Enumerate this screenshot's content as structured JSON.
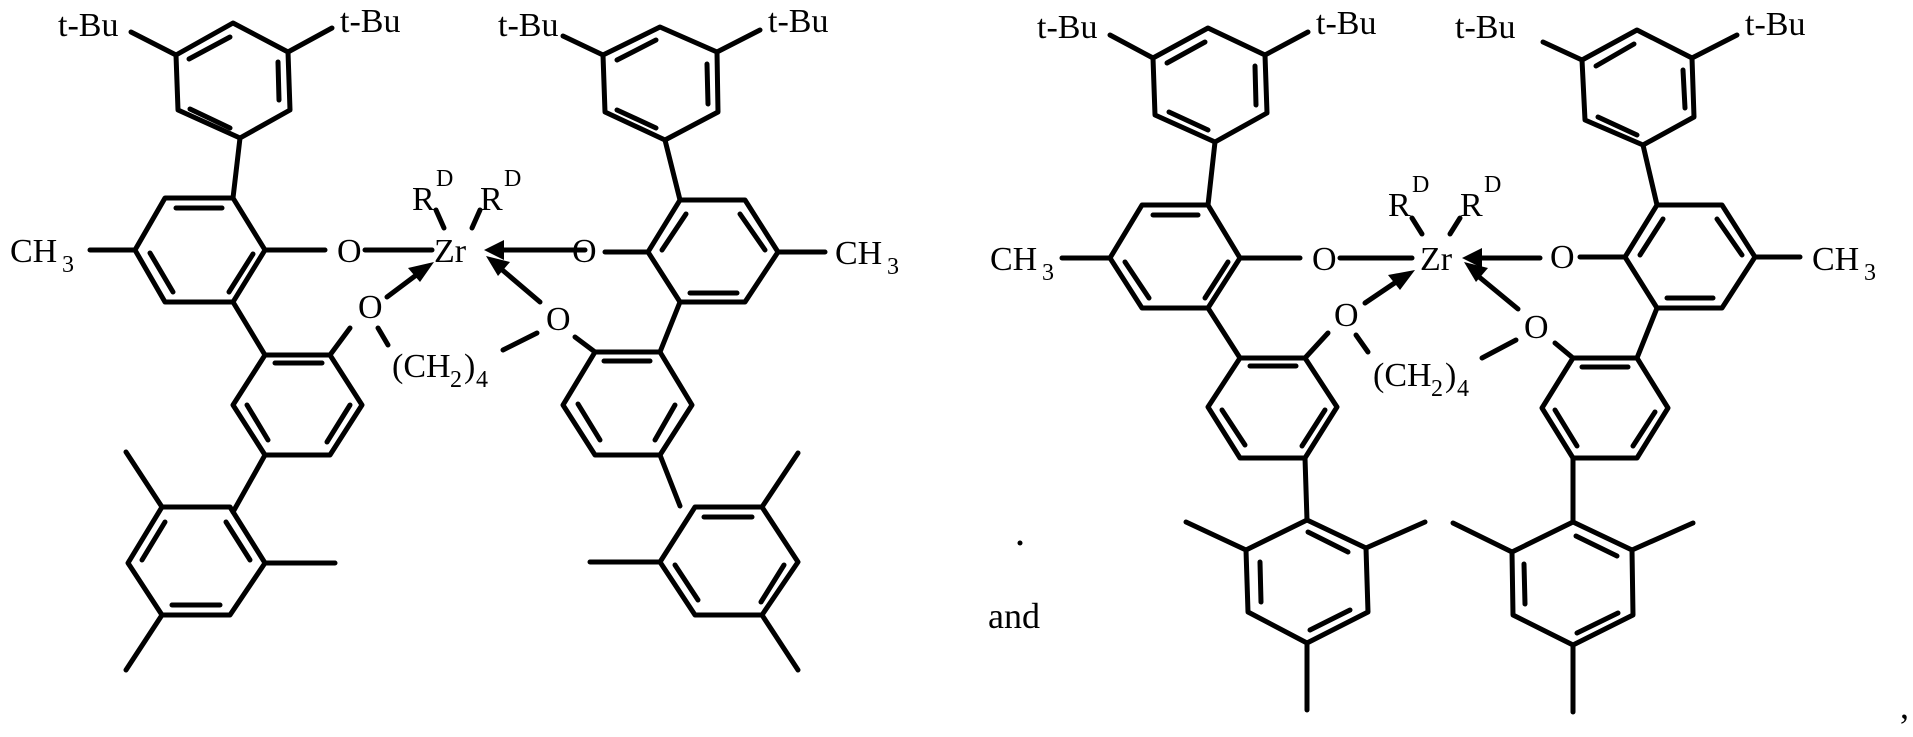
{
  "figure": {
    "background": "#ffffff",
    "ink": "#000000",
    "connector_text": "and",
    "trailing_punctuation": ","
  },
  "labels": {
    "tbu": "t-Bu",
    "ch3_main": "CH",
    "ch3_sub": "3",
    "oxygen": "O",
    "zirconium": "Zr",
    "r": "R",
    "r_sup": "D",
    "ch2_open": "(CH",
    "ch2_sub": "2",
    "ch2_close": ")",
    "ch2_count": "4"
  },
  "molecules": [
    {
      "name": "left-complex",
      "offset_x": 0,
      "mesityl_orientation": "biphenyl-angled"
    },
    {
      "name": "right-complex",
      "offset_x": 0,
      "mesityl_orientation": "para-vertical"
    }
  ]
}
